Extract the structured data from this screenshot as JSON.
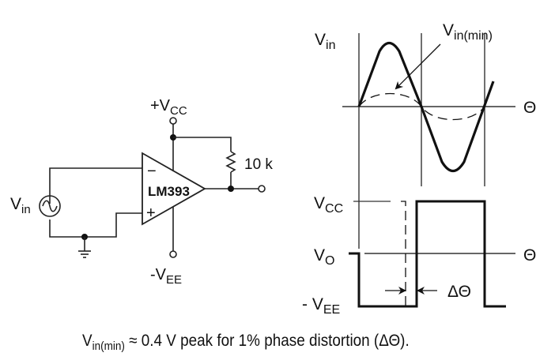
{
  "circuit": {
    "comparator_label": "LM393",
    "inverting_symbol": "−",
    "noninverting_symbol": "+",
    "vcc_label": {
      "prefix": "+V",
      "sub": "CC"
    },
    "vee_label": {
      "prefix": "-V",
      "sub": "EE"
    },
    "vin_label": {
      "prefix": "V",
      "sub": "in"
    },
    "resistor_label": "10 k",
    "source_symbol": "~"
  },
  "waveforms": {
    "input": {
      "y_label": {
        "prefix": "V",
        "sub": "in"
      },
      "x_label": "Θ",
      "min_label": {
        "prefix": "V",
        "sub": "in(min)"
      }
    },
    "output": {
      "vcc_label": {
        "prefix": "V",
        "sub": "CC"
      },
      "vo_label": {
        "prefix": "V",
        "sub": "O"
      },
      "vee_label": {
        "prefix": "- V",
        "sub": "EE"
      },
      "x_label": "Θ",
      "delta_label": "ΔΘ"
    }
  },
  "caption": {
    "prefix": "V",
    "sub": "in(min)",
    "text": " ≈ 0.4 V peak for 1% phase distortion (ΔΘ)."
  }
}
